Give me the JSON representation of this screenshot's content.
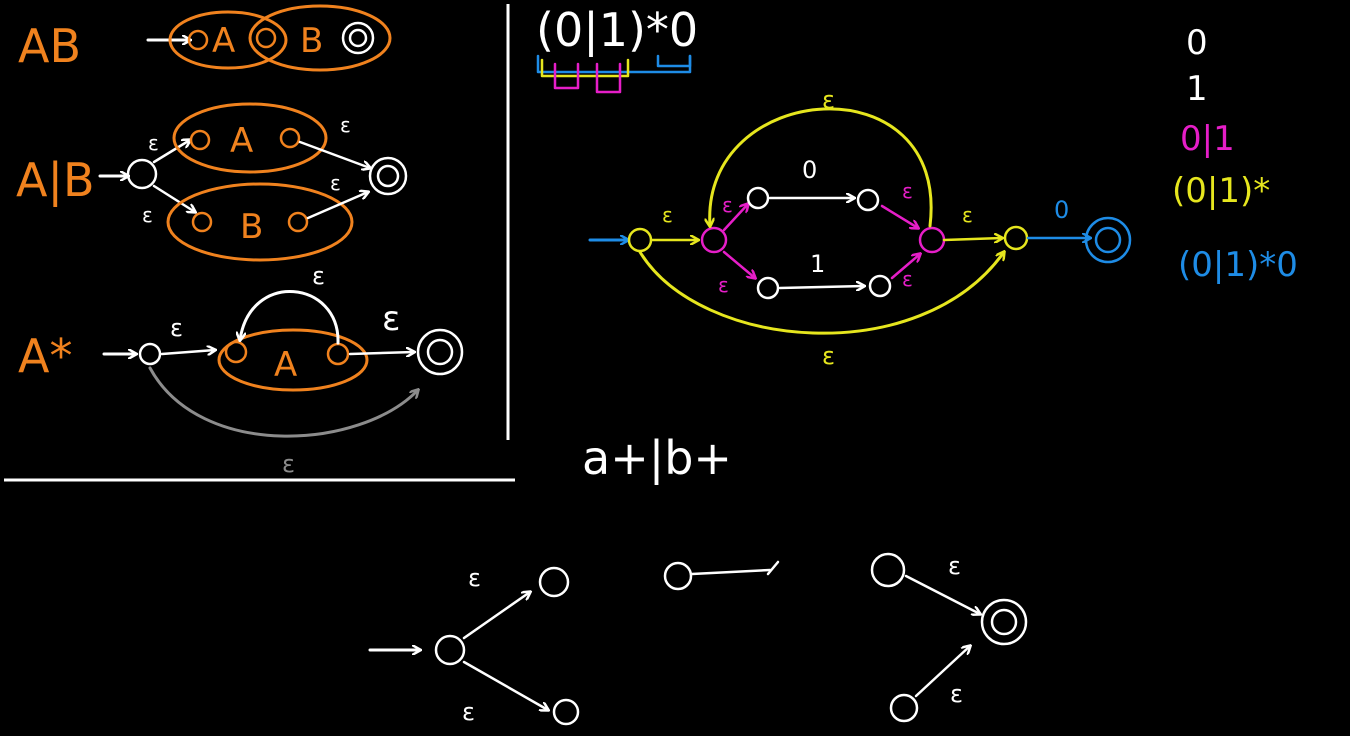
{
  "colors": {
    "background": "#000000",
    "chalk": "#ffffff",
    "orange": "#f0821e",
    "yellow": "#e6e61e",
    "magenta": "#e61ec8",
    "blue": "#1e8ce6",
    "gray": "#8c8c8c"
  },
  "left_panel": {
    "concat_label": "AB",
    "concat_a": "A",
    "concat_b": "B",
    "union_label": "A|B",
    "union_a": "A",
    "union_b": "B",
    "star_label": "A*",
    "star_a": "A",
    "epsilon": "ε"
  },
  "main": {
    "regex": "(0|1)*0",
    "zero": "0",
    "one": "1",
    "epsilon": "ε"
  },
  "legend": {
    "items": [
      "0",
      "1",
      "0|1",
      "(0|1)*",
      "(0|1)*0"
    ]
  },
  "bottom": {
    "regex": "a+|b+",
    "epsilon": "ε"
  }
}
